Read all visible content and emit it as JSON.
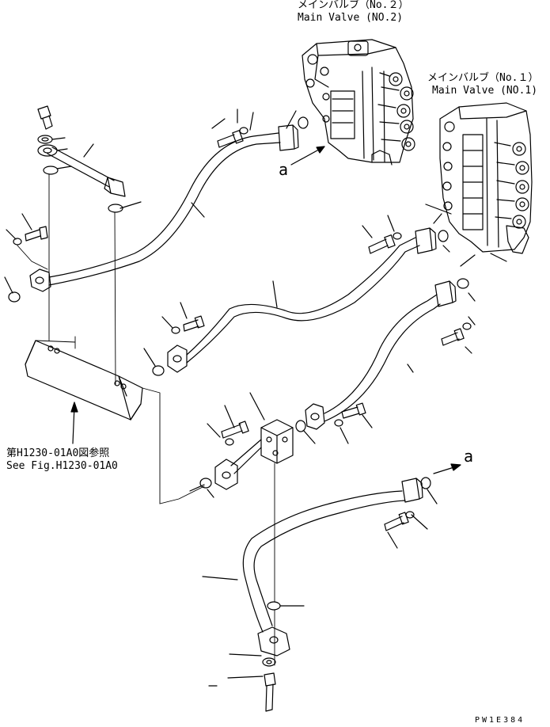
{
  "valve_no2": {
    "jp": "メインバルブ（No.２）",
    "en": "Main Valve (NO.2)"
  },
  "valve_no1": {
    "jp": "メインバルブ（No.１）",
    "en": "Main Valve (NO.1)"
  },
  "view_marker_top": "a",
  "view_marker_bottom": "a",
  "reference": {
    "jp": "第H1230-01A0図参照",
    "en": "See Fig.H1230-01A0"
  },
  "part_number": "PW1E384"
}
